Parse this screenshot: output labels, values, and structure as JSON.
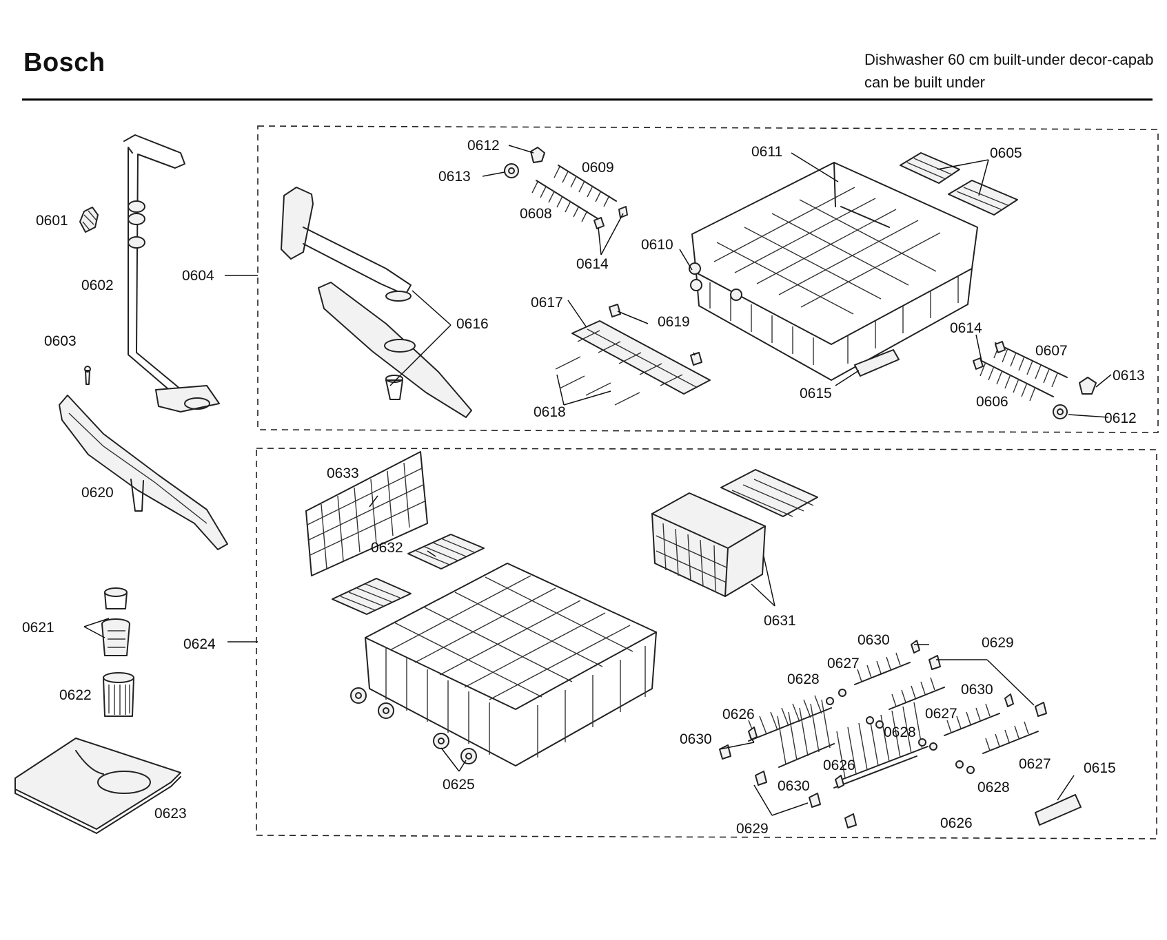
{
  "header": {
    "brand": "Bosch",
    "model_line1": "Dishwasher 60 cm built-under decor-capab",
    "model_line2": "can be built under"
  },
  "labels": {
    "p0601": "0601",
    "p0602": "0602",
    "p0603": "0603",
    "p0604": "0604",
    "p0605": "0605",
    "p0606": "0606",
    "p0607": "0607",
    "p0608": "0608",
    "p0609": "0609",
    "p0610": "0610",
    "p0611": "0611",
    "p0612a": "0612",
    "p0612b": "0612",
    "p0613a": "0613",
    "p0613b": "0613",
    "p0614a": "0614",
    "p0614b": "0614",
    "p0615a": "0615",
    "p0615b": "0615",
    "p0616": "0616",
    "p0617": "0617",
    "p0618": "0618",
    "p0619": "0619",
    "p0620": "0620",
    "p0621": "0621",
    "p0622": "0622",
    "p0623": "0623",
    "p0624": "0624",
    "p0625": "0625",
    "p0626a": "0626",
    "p0626b": "0626",
    "p0626c": "0626",
    "p0627a": "0627",
    "p0627b": "0627",
    "p0627c": "0627",
    "p0628a": "0628",
    "p0628b": "0628",
    "p0628c": "0628",
    "p0629a": "0629",
    "p0629b": "0629",
    "p0630a": "0630",
    "p0630b": "0630",
    "p0630c": "0630",
    "p0630d": "0630",
    "p0631": "0631",
    "p0632": "0632",
    "p0633": "0633"
  }
}
